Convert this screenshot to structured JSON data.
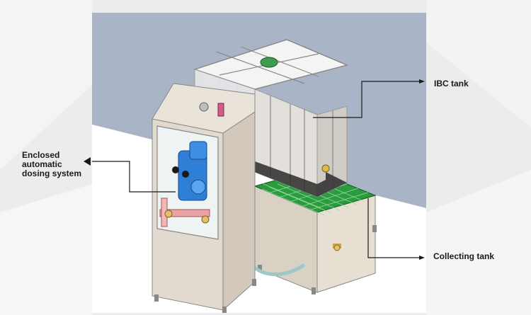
{
  "labels": {
    "ibc_tank": "IBC tank",
    "collecting_tank": "Collecting tank",
    "dosing_lines": [
      "Enclosed",
      "automatic",
      "dosing system"
    ]
  },
  "colors": {
    "background": "#ececec",
    "wall": "#a9b4c6",
    "floor": "#ffffff",
    "grating": "#1f9b3a",
    "pump": "#2f7fd6",
    "housing": "#e8e0d4",
    "ibc_cage": "#f0f0f0",
    "connector": "#1a1a1a"
  }
}
